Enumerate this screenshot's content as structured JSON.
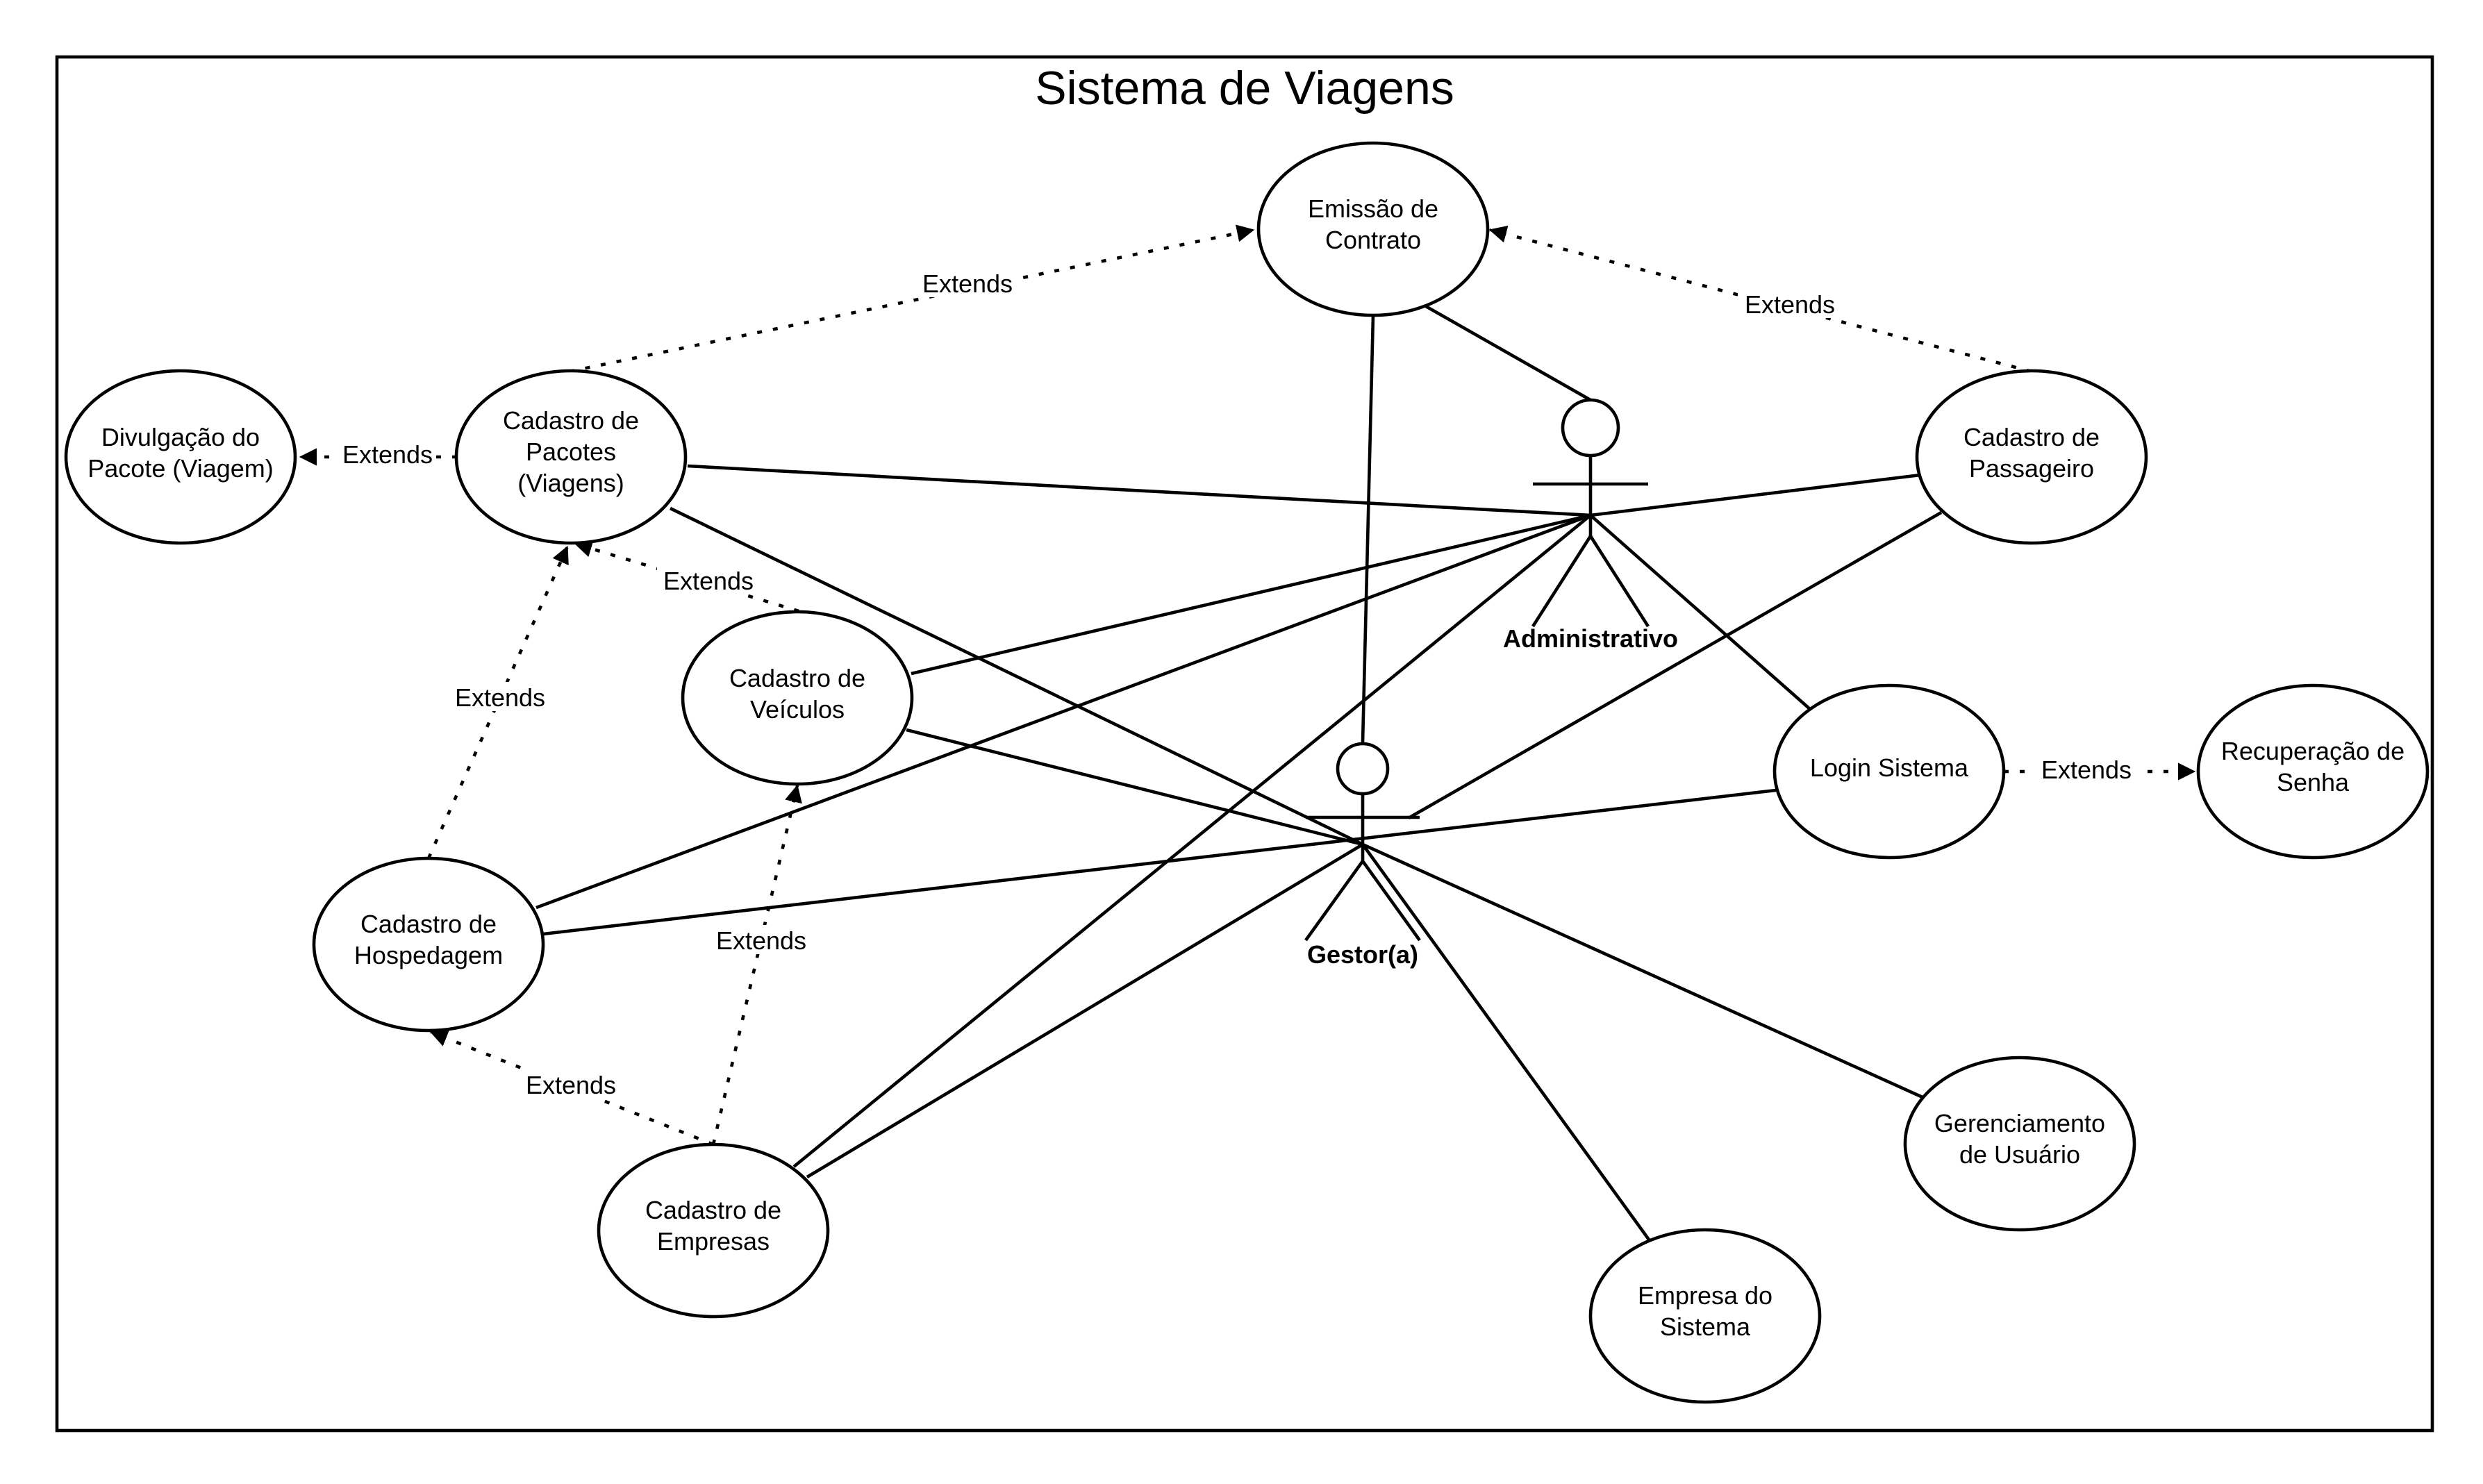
{
  "title": "Sistema de Viagens",
  "actors": {
    "administrativo": "Administrativo",
    "gestor": "Gestor(a)"
  },
  "use_cases": {
    "emissao": [
      "Emissão de",
      "Contrato"
    ],
    "divulgacao": [
      "Divulgação do",
      "Pacote (Viagem)"
    ],
    "pacotes": [
      "Cadastro de",
      "Pacotes",
      "(Viagens)"
    ],
    "passageiro": [
      "Cadastro de",
      "Passageiro"
    ],
    "veiculos": [
      "Cadastro de",
      "Veículos"
    ],
    "login": [
      "Login Sistema"
    ],
    "recuperacao": [
      "Recuperação de",
      "Senha"
    ],
    "hospedagem": [
      "Cadastro de",
      "Hospedagem"
    ],
    "empresas": [
      "Cadastro de",
      "Empresas"
    ],
    "gerenciamento": [
      "Gerenciamento",
      "de Usuário"
    ],
    "empresa_sistema": [
      "Empresa do",
      "Sistema"
    ]
  },
  "relation_label": "Extends"
}
